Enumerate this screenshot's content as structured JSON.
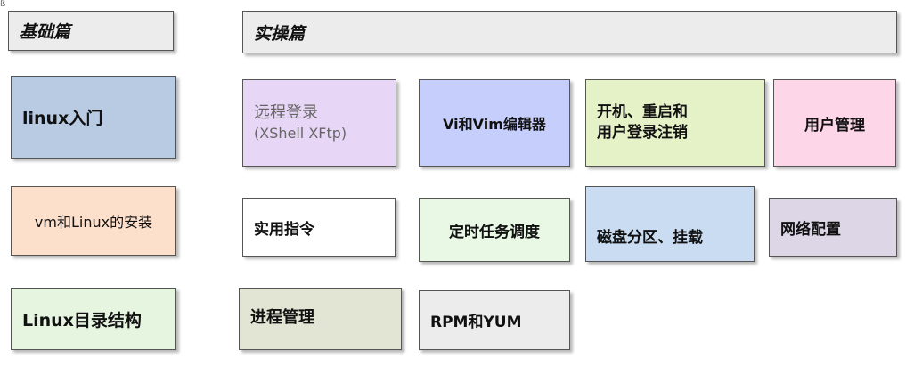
{
  "headers": {
    "basic": "基础篇",
    "practical": "实操篇"
  },
  "basic_items": [
    "linux入门",
    "vm和Linux的安装",
    "Linux目录结构"
  ],
  "practical_items": {
    "remote_login": {
      "line1": "远程登录",
      "line2": "(XShell XFtp)"
    },
    "vi_vim": "Vi和Vim编辑器",
    "boot_restart": {
      "line1": "开机、重启和",
      "line2": "用户登录注销"
    },
    "user_mgmt": "用户管理",
    "commands": "实用指令",
    "cron": "定时任务调度",
    "disk": "磁盘分区、挂载",
    "network": "网络配置",
    "process": "进程管理",
    "rpm_yum": "RPM和YUM"
  },
  "colors": {
    "blue": "#b9cbe3",
    "peach": "#fde0cc",
    "mint": "#e6f5e0",
    "lavender": "#e8d6f6",
    "periwinkle": "#c6cffb",
    "lime": "#e5f1c6",
    "pink": "#fdd6e7",
    "lightgreen": "#e8f8e5",
    "lightblue": "#c9dcf2",
    "greylav": "#ddd6e6",
    "khaki": "#e3e5d4",
    "grey": "#ececec"
  }
}
